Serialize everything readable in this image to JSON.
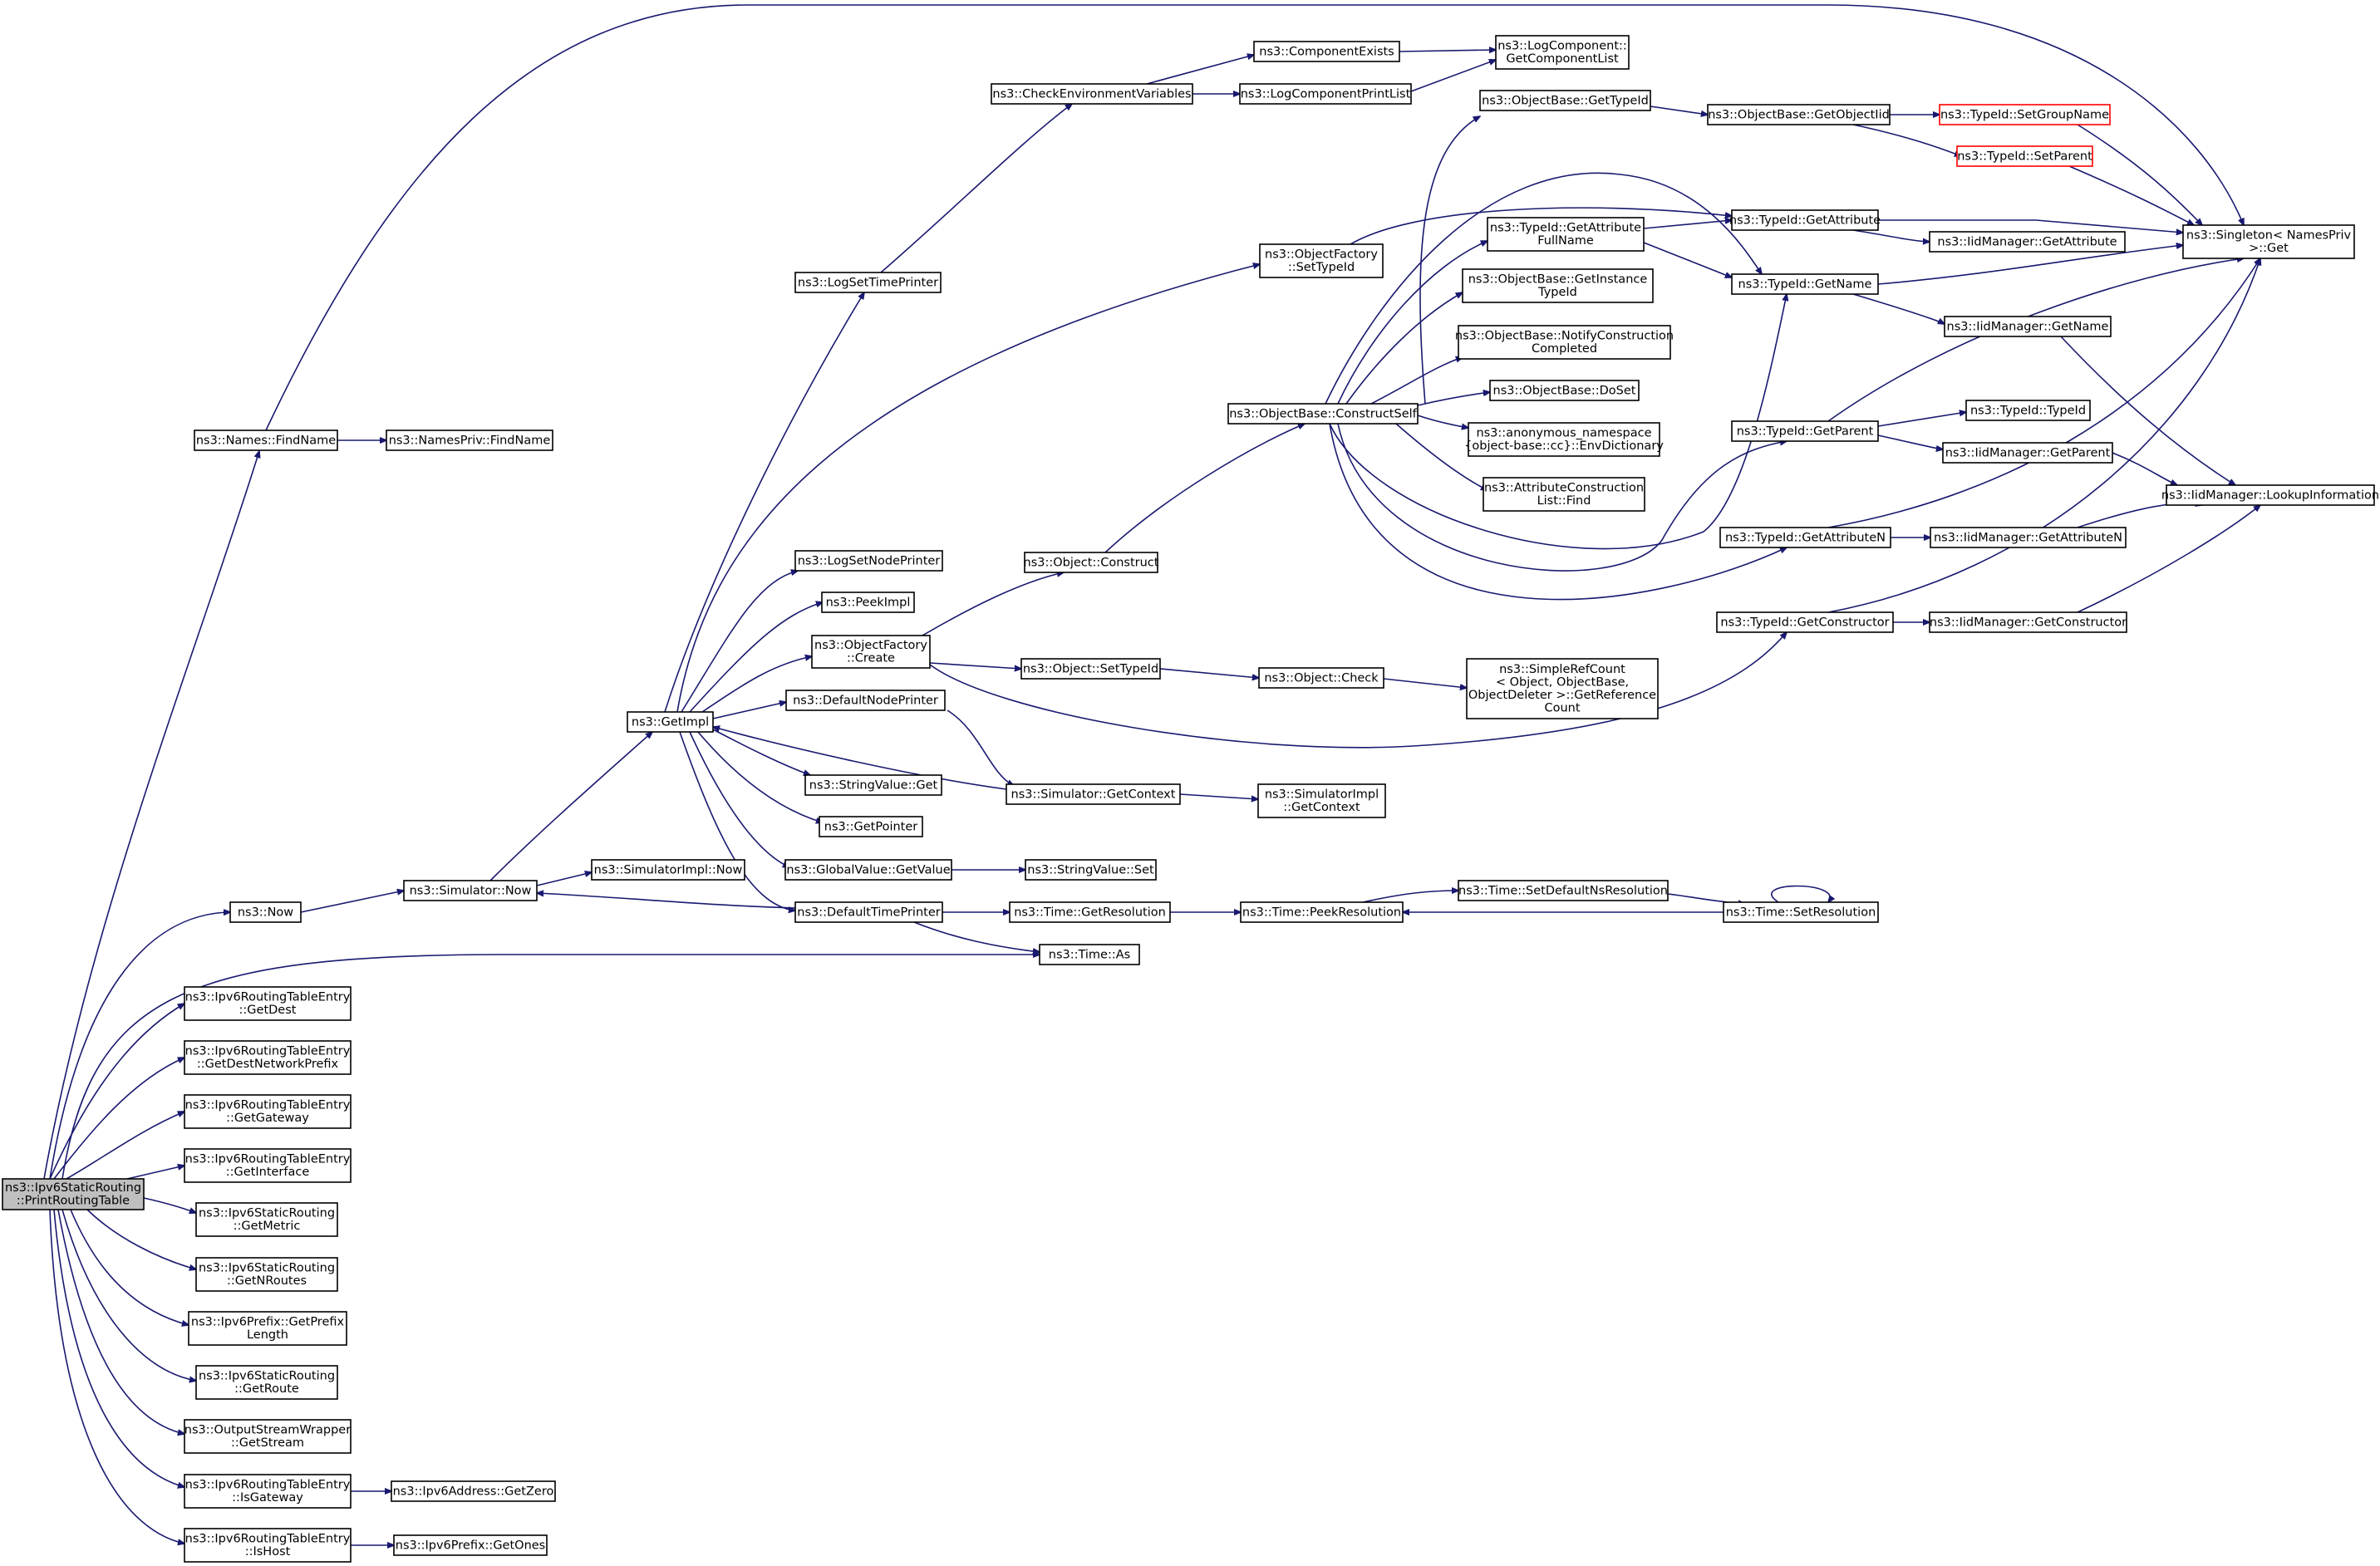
{
  "graph": {
    "title": "",
    "colors": {
      "edge": "#191970",
      "root_fill": "#bfbfbf",
      "truncated_border": "#ff0000"
    },
    "nodes": [
      {
        "id": "root",
        "lines": [
          "ns3::Ipv6StaticRouting",
          "::PrintRoutingTable"
        ],
        "root": true
      },
      {
        "id": "names_findname",
        "lines": [
          "ns3::Names::FindName"
        ]
      },
      {
        "id": "namespriv_findname",
        "lines": [
          "ns3::NamesPriv::FindName"
        ]
      },
      {
        "id": "now",
        "lines": [
          "ns3::Now"
        ]
      },
      {
        "id": "sim_now",
        "lines": [
          "ns3::Simulator::Now"
        ]
      },
      {
        "id": "simimpl_now",
        "lines": [
          "ns3::SimulatorImpl::Now"
        ]
      },
      {
        "id": "getimpl",
        "lines": [
          "ns3::GetImpl"
        ]
      },
      {
        "id": "logsettime",
        "lines": [
          "ns3::LogSetTimePrinter"
        ]
      },
      {
        "id": "checkenv",
        "lines": [
          "ns3::CheckEnvironmentVariables"
        ]
      },
      {
        "id": "compexists",
        "lines": [
          "ns3::ComponentExists"
        ]
      },
      {
        "id": "logcompprint",
        "lines": [
          "ns3::LogComponentPrintList"
        ]
      },
      {
        "id": "getcomplist",
        "lines": [
          "ns3::LogComponent::",
          "GetComponentList"
        ]
      },
      {
        "id": "logsetnode",
        "lines": [
          "ns3::LogSetNodePrinter"
        ]
      },
      {
        "id": "peekimpl",
        "lines": [
          "ns3::PeekImpl"
        ]
      },
      {
        "id": "objfact_create",
        "lines": [
          "ns3::ObjectFactory",
          "::Create"
        ]
      },
      {
        "id": "defnodeprinter",
        "lines": [
          "ns3::DefaultNodePrinter"
        ]
      },
      {
        "id": "strval_get",
        "lines": [
          "ns3::StringValue::Get"
        ]
      },
      {
        "id": "getpointer",
        "lines": [
          "ns3::GetPointer"
        ]
      },
      {
        "id": "gv_getvalue",
        "lines": [
          "ns3::GlobalValue::GetValue"
        ]
      },
      {
        "id": "deftimeprinter",
        "lines": [
          "ns3::DefaultTimePrinter"
        ]
      },
      {
        "id": "objfact_settypeid",
        "lines": [
          "ns3::ObjectFactory",
          "::SetTypeId"
        ]
      },
      {
        "id": "obj_construct",
        "lines": [
          "ns3::Object::Construct"
        ]
      },
      {
        "id": "obj_settypeid",
        "lines": [
          "ns3::Object::SetTypeId"
        ]
      },
      {
        "id": "obj_check",
        "lines": [
          "ns3::Object::Check"
        ]
      },
      {
        "id": "simplerefcount",
        "lines": [
          "ns3::SimpleRefCount",
          "< Object, ObjectBase,",
          "ObjectDeleter >::GetReference",
          "Count"
        ]
      },
      {
        "id": "sim_getcontext",
        "lines": [
          "ns3::Simulator::GetContext"
        ]
      },
      {
        "id": "simimpl_getcontext",
        "lines": [
          "ns3::SimulatorImpl",
          "::GetContext"
        ]
      },
      {
        "id": "strval_set",
        "lines": [
          "ns3::StringValue::Set"
        ]
      },
      {
        "id": "time_getres",
        "lines": [
          "ns3::Time::GetResolution"
        ]
      },
      {
        "id": "time_peekres",
        "lines": [
          "ns3::Time::PeekResolution"
        ]
      },
      {
        "id": "time_setdefault",
        "lines": [
          "ns3::Time::SetDefaultNsResolution"
        ]
      },
      {
        "id": "time_setres",
        "lines": [
          "ns3::Time::SetResolution"
        ]
      },
      {
        "id": "time_as",
        "lines": [
          "ns3::Time::As"
        ]
      },
      {
        "id": "ob_constructself",
        "lines": [
          "ns3::ObjectBase::ConstructSelf"
        ]
      },
      {
        "id": "ob_gettypeid",
        "lines": [
          "ns3::ObjectBase::GetTypeId"
        ]
      },
      {
        "id": "ob_getobjectiid",
        "lines": [
          "ns3::ObjectBase::GetObjectIid"
        ]
      },
      {
        "id": "tid_setgroupname",
        "lines": [
          "ns3::TypeId::SetGroupName"
        ],
        "truncated": true
      },
      {
        "id": "tid_setparent",
        "lines": [
          "ns3::TypeId::SetParent"
        ],
        "truncated": true
      },
      {
        "id": "tid_getattrfullname",
        "lines": [
          "ns3::TypeId::GetAttribute",
          "FullName"
        ]
      },
      {
        "id": "tid_getattribute",
        "lines": [
          "ns3::TypeId::GetAttribute"
        ]
      },
      {
        "id": "iid_getattribute",
        "lines": [
          "ns3::IidManager::GetAttribute"
        ]
      },
      {
        "id": "tid_getname",
        "lines": [
          "ns3::TypeId::GetName"
        ]
      },
      {
        "id": "iid_getname",
        "lines": [
          "ns3::IidManager::GetName"
        ]
      },
      {
        "id": "singleton_get",
        "lines": [
          "ns3::Singleton< NamesPriv",
          ">::Get"
        ]
      },
      {
        "id": "ob_getinstancetypeid",
        "lines": [
          "ns3::ObjectBase::GetInstance",
          "TypeId"
        ]
      },
      {
        "id": "ob_notifyconstruction",
        "lines": [
          "ns3::ObjectBase::NotifyConstruction",
          "Completed"
        ]
      },
      {
        "id": "ob_doset",
        "lines": [
          "ns3::ObjectBase::DoSet"
        ]
      },
      {
        "id": "envdictionary",
        "lines": [
          "ns3::anonymous_namespace",
          "{object-base::cc}::EnvDictionary"
        ]
      },
      {
        "id": "attrconstlist_find",
        "lines": [
          "ns3::AttributeConstruction",
          "List::Find"
        ]
      },
      {
        "id": "tid_getparent",
        "lines": [
          "ns3::TypeId::GetParent"
        ]
      },
      {
        "id": "tid_typeid",
        "lines": [
          "ns3::TypeId::TypeId"
        ]
      },
      {
        "id": "iid_getparent",
        "lines": [
          "ns3::IidManager::GetParent"
        ]
      },
      {
        "id": "iid_lookupinfo",
        "lines": [
          "ns3::IidManager::LookupInformation"
        ]
      },
      {
        "id": "tid_getattributen",
        "lines": [
          "ns3::TypeId::GetAttributeN"
        ]
      },
      {
        "id": "iid_getattributen",
        "lines": [
          "ns3::IidManager::GetAttributeN"
        ]
      },
      {
        "id": "tid_getconstructor",
        "lines": [
          "ns3::TypeId::GetConstructor"
        ]
      },
      {
        "id": "iid_getconstructor",
        "lines": [
          "ns3::IidManager::GetConstructor"
        ]
      },
      {
        "id": "rte_getdest",
        "lines": [
          "ns3::Ipv6RoutingTableEntry",
          "::GetDest"
        ]
      },
      {
        "id": "rte_getdestprefix",
        "lines": [
          "ns3::Ipv6RoutingTableEntry",
          "::GetDestNetworkPrefix"
        ]
      },
      {
        "id": "rte_getgateway",
        "lines": [
          "ns3::Ipv6RoutingTableEntry",
          "::GetGateway"
        ]
      },
      {
        "id": "rte_getinterface",
        "lines": [
          "ns3::Ipv6RoutingTableEntry",
          "::GetInterface"
        ]
      },
      {
        "id": "sr_getmetric",
        "lines": [
          "ns3::Ipv6StaticRouting",
          "::GetMetric"
        ]
      },
      {
        "id": "sr_getnroutes",
        "lines": [
          "ns3::Ipv6StaticRouting",
          "::GetNRoutes"
        ]
      },
      {
        "id": "prefix_getlength",
        "lines": [
          "ns3::Ipv6Prefix::GetPrefix",
          "Length"
        ]
      },
      {
        "id": "sr_getroute",
        "lines": [
          "ns3::Ipv6StaticRouting",
          "::GetRoute"
        ]
      },
      {
        "id": "osw_getstream",
        "lines": [
          "ns3::OutputStreamWrapper",
          "::GetStream"
        ]
      },
      {
        "id": "rte_isgateway",
        "lines": [
          "ns3::Ipv6RoutingTableEntry",
          "::IsGateway"
        ]
      },
      {
        "id": "addr_getzero",
        "lines": [
          "ns3::Ipv6Address::GetZero"
        ]
      },
      {
        "id": "rte_ishost",
        "lines": [
          "ns3::Ipv6RoutingTableEntry",
          "::IsHost"
        ]
      },
      {
        "id": "prefix_getones",
        "lines": [
          "ns3::Ipv6Prefix::GetOnes"
        ]
      }
    ]
  }
}
